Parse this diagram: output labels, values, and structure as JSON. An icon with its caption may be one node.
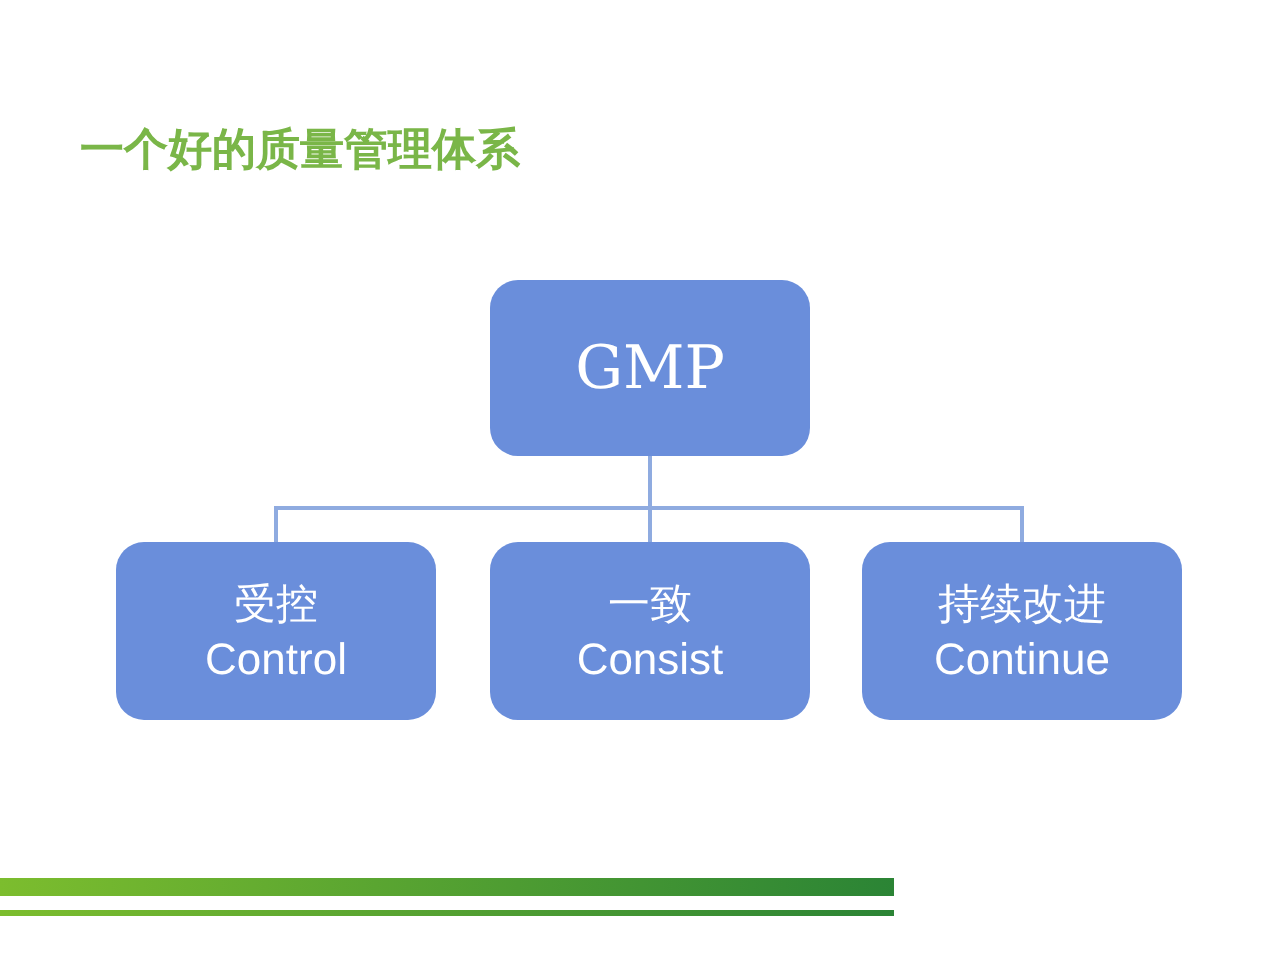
{
  "diagram": {
    "title": "一个好的质量管理体系",
    "nodes": [
      {
        "text": [
          "GMP"
        ]
      },
      {
        "text": [
          "受控",
          "Control"
        ]
      },
      {
        "text": [
          "一致",
          "Consist"
        ]
      },
      {
        "text": [
          "持续改进",
          "Continue"
        ]
      }
    ],
    "edges": [
      {
        "from": 0,
        "to": 1,
        "arrow": "none"
      },
      {
        "from": 0,
        "to": 2,
        "arrow": "none"
      },
      {
        "from": 0,
        "to": 3,
        "arrow": "none"
      }
    ]
  }
}
